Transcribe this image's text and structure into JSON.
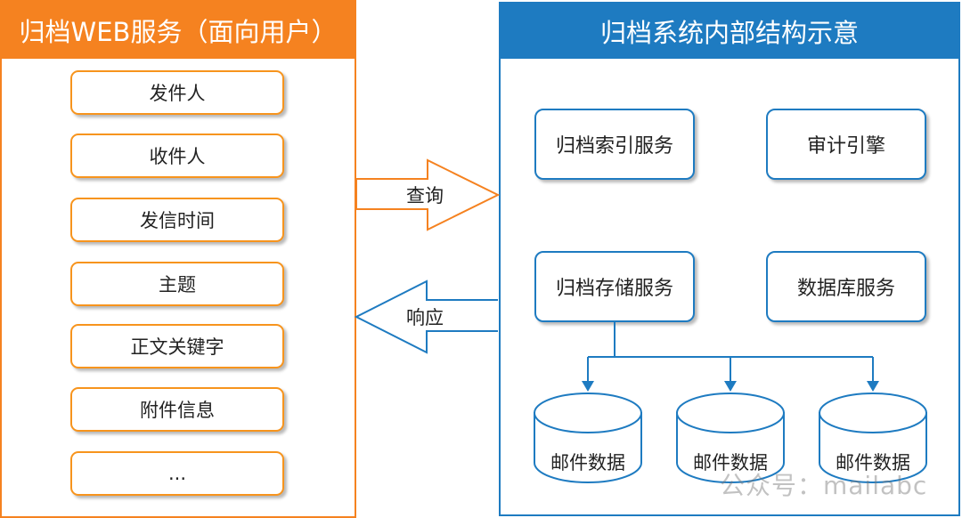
{
  "left_panel": {
    "title": "归档WEB服务（面向用户）",
    "fields": [
      "发件人",
      "收件人",
      "发信时间",
      "主题",
      "正文关键字",
      "附件信息",
      "..."
    ]
  },
  "right_panel": {
    "title": "归档系统内部结构示意",
    "services": {
      "index": "归档索引服务",
      "audit": "审计引擎",
      "storage": "归档存储服务",
      "database": "数据库服务"
    },
    "data_stores": [
      "邮件数据",
      "邮件数据",
      "邮件数据"
    ]
  },
  "arrows": {
    "query": "查询",
    "response": "响应"
  },
  "watermark": "公众号：mailabc",
  "colors": {
    "orange": "#F58220",
    "blue": "#1E7BC1"
  }
}
